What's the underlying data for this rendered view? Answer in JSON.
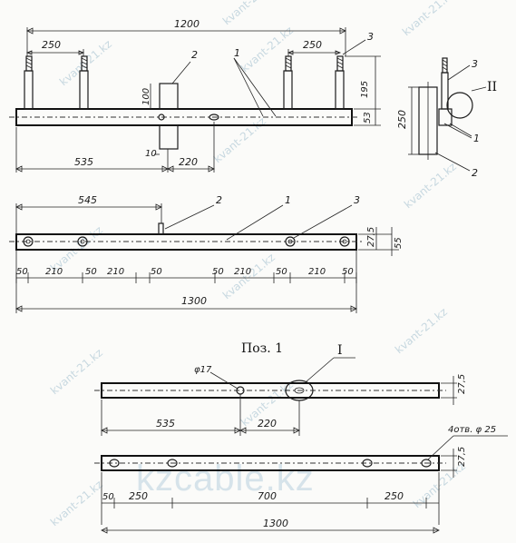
{
  "side_view": {
    "dims": {
      "total": "1200",
      "left_gap": "250",
      "right_gap": "250",
      "stud_height": "195",
      "tab_height": "100",
      "beam_height": "53",
      "tab_offset": "10",
      "left_span": "535",
      "right_span": "220"
    },
    "leaders": {
      "tab": "2",
      "beam": "1",
      "stud": "3"
    }
  },
  "end_view": {
    "dims": {
      "height": "250"
    },
    "leaders": {
      "stud": "3",
      "detail": "II",
      "beam": "1",
      "tab": "2"
    }
  },
  "top_view": {
    "dims": {
      "tab_pos": "545",
      "h1": "27,5",
      "h2": "55",
      "total": "1300"
    },
    "spacing": [
      "50",
      "210",
      "50",
      "210",
      "50",
      "50",
      "210",
      "50",
      "210",
      "50"
    ],
    "leaders": {
      "tab": "2",
      "beam": "1",
      "stud": "3"
    }
  },
  "part_view": {
    "title": "Поз. 1",
    "detail": "I",
    "hole": "φ17",
    "dims": {
      "left": "535",
      "right": "220",
      "h": "27,5"
    }
  },
  "plan_view": {
    "holes_note": "4отв. φ 25",
    "dims": {
      "h": "27,5",
      "total": "1300"
    },
    "spacing": [
      "50",
      "250",
      "700",
      "250"
    ]
  },
  "watermarks": {
    "site": "kvant-21.kz",
    "brand": "kzcable.kz"
  }
}
